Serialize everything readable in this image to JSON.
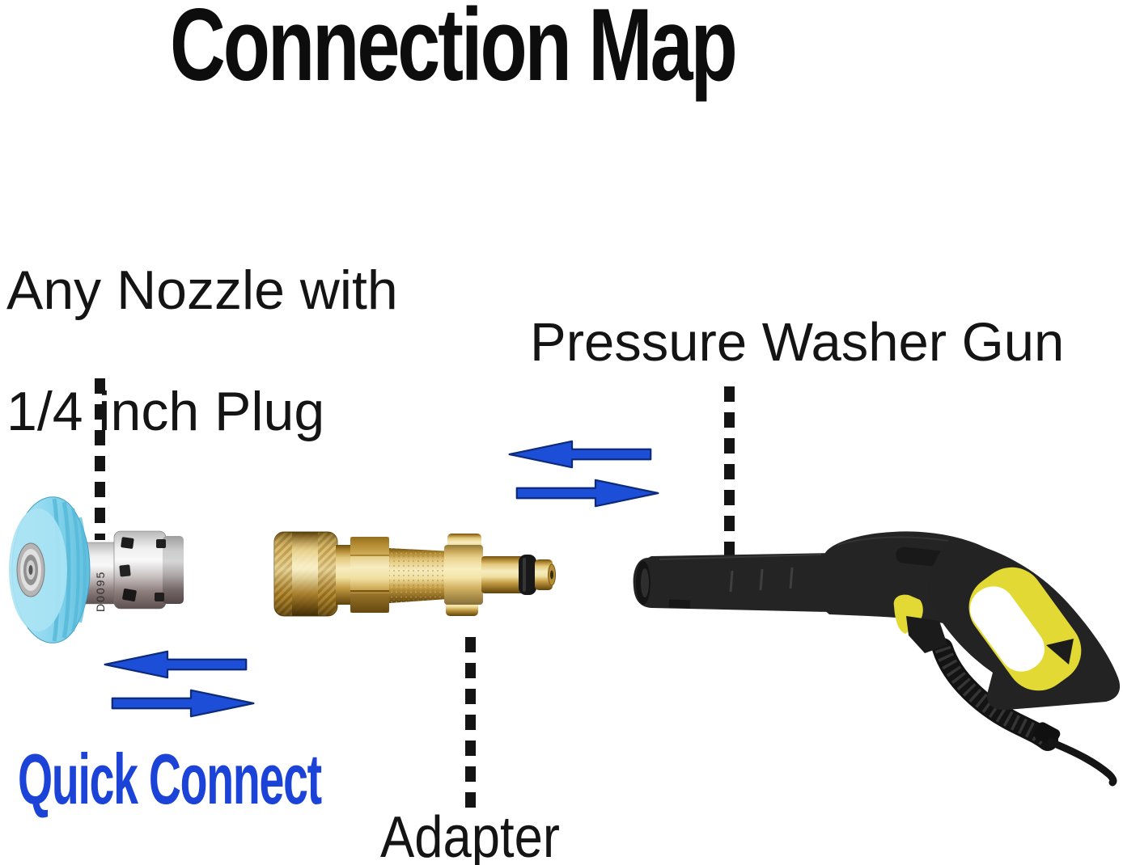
{
  "title": "Connection Map",
  "labels": {
    "nozzle_line1": "Any Nozzle with",
    "nozzle_line2": "1/4 inch Plug",
    "gun": "Pressure Washer Gun",
    "quick_connect": "Quick Connect",
    "adapter": "Adapter"
  },
  "parts": {
    "nozzle": {
      "name": "quick-connect-nozzle",
      "marking": "D0095"
    },
    "adapter": {
      "name": "brass-bayonet-adapter"
    },
    "gun": {
      "name": "pressure-washer-trigger-gun"
    }
  },
  "arrows": [
    {
      "id": "gun-upper",
      "direction": "left"
    },
    {
      "id": "gun-lower",
      "direction": "right"
    },
    {
      "id": "nozzle-upper",
      "direction": "left"
    },
    {
      "id": "nozzle-lower",
      "direction": "right"
    }
  ],
  "colors": {
    "background": "#ffffff",
    "title_text": "#0d0d0d",
    "label_text": "#141414",
    "quick_connect_text": "#1b43d8",
    "arrow_fill": "#1d4ed8",
    "arrow_outline": "#0d2b7a",
    "dash_line": "#141414",
    "nozzle_cap": "#8ed8ef",
    "brass": "#d9b95c",
    "gun_body": "#232323",
    "gun_accent": "#e3d934"
  }
}
